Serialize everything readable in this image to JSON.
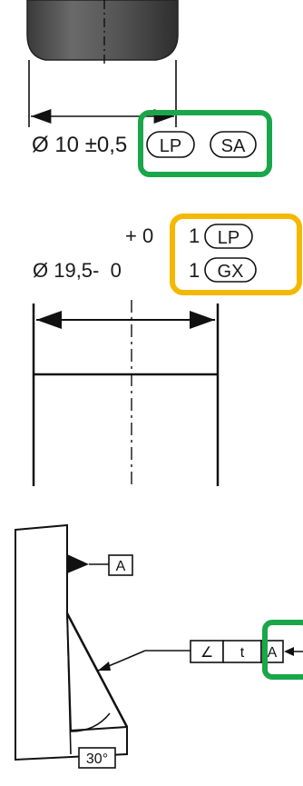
{
  "figure1": {
    "dimension_text": "Ø 10 ±0,5",
    "modifiers": [
      "LP",
      "SA"
    ],
    "highlight_color": "#1aa64a"
  },
  "figure2": {
    "upper_deviation": "+ 0",
    "upper_digit": "1",
    "lower_deviation": "Ø 19,5-  0",
    "lower_digit": "1",
    "modifiers": [
      "LP",
      "GX"
    ],
    "highlight_color": "#f5b800"
  },
  "figure3": {
    "datum_label": "A",
    "angle_label": "30°",
    "frame_symbol": "∠",
    "frame_tolerance": "t",
    "frame_datum": "A",
    "highlight_color": "#1aa64a"
  }
}
